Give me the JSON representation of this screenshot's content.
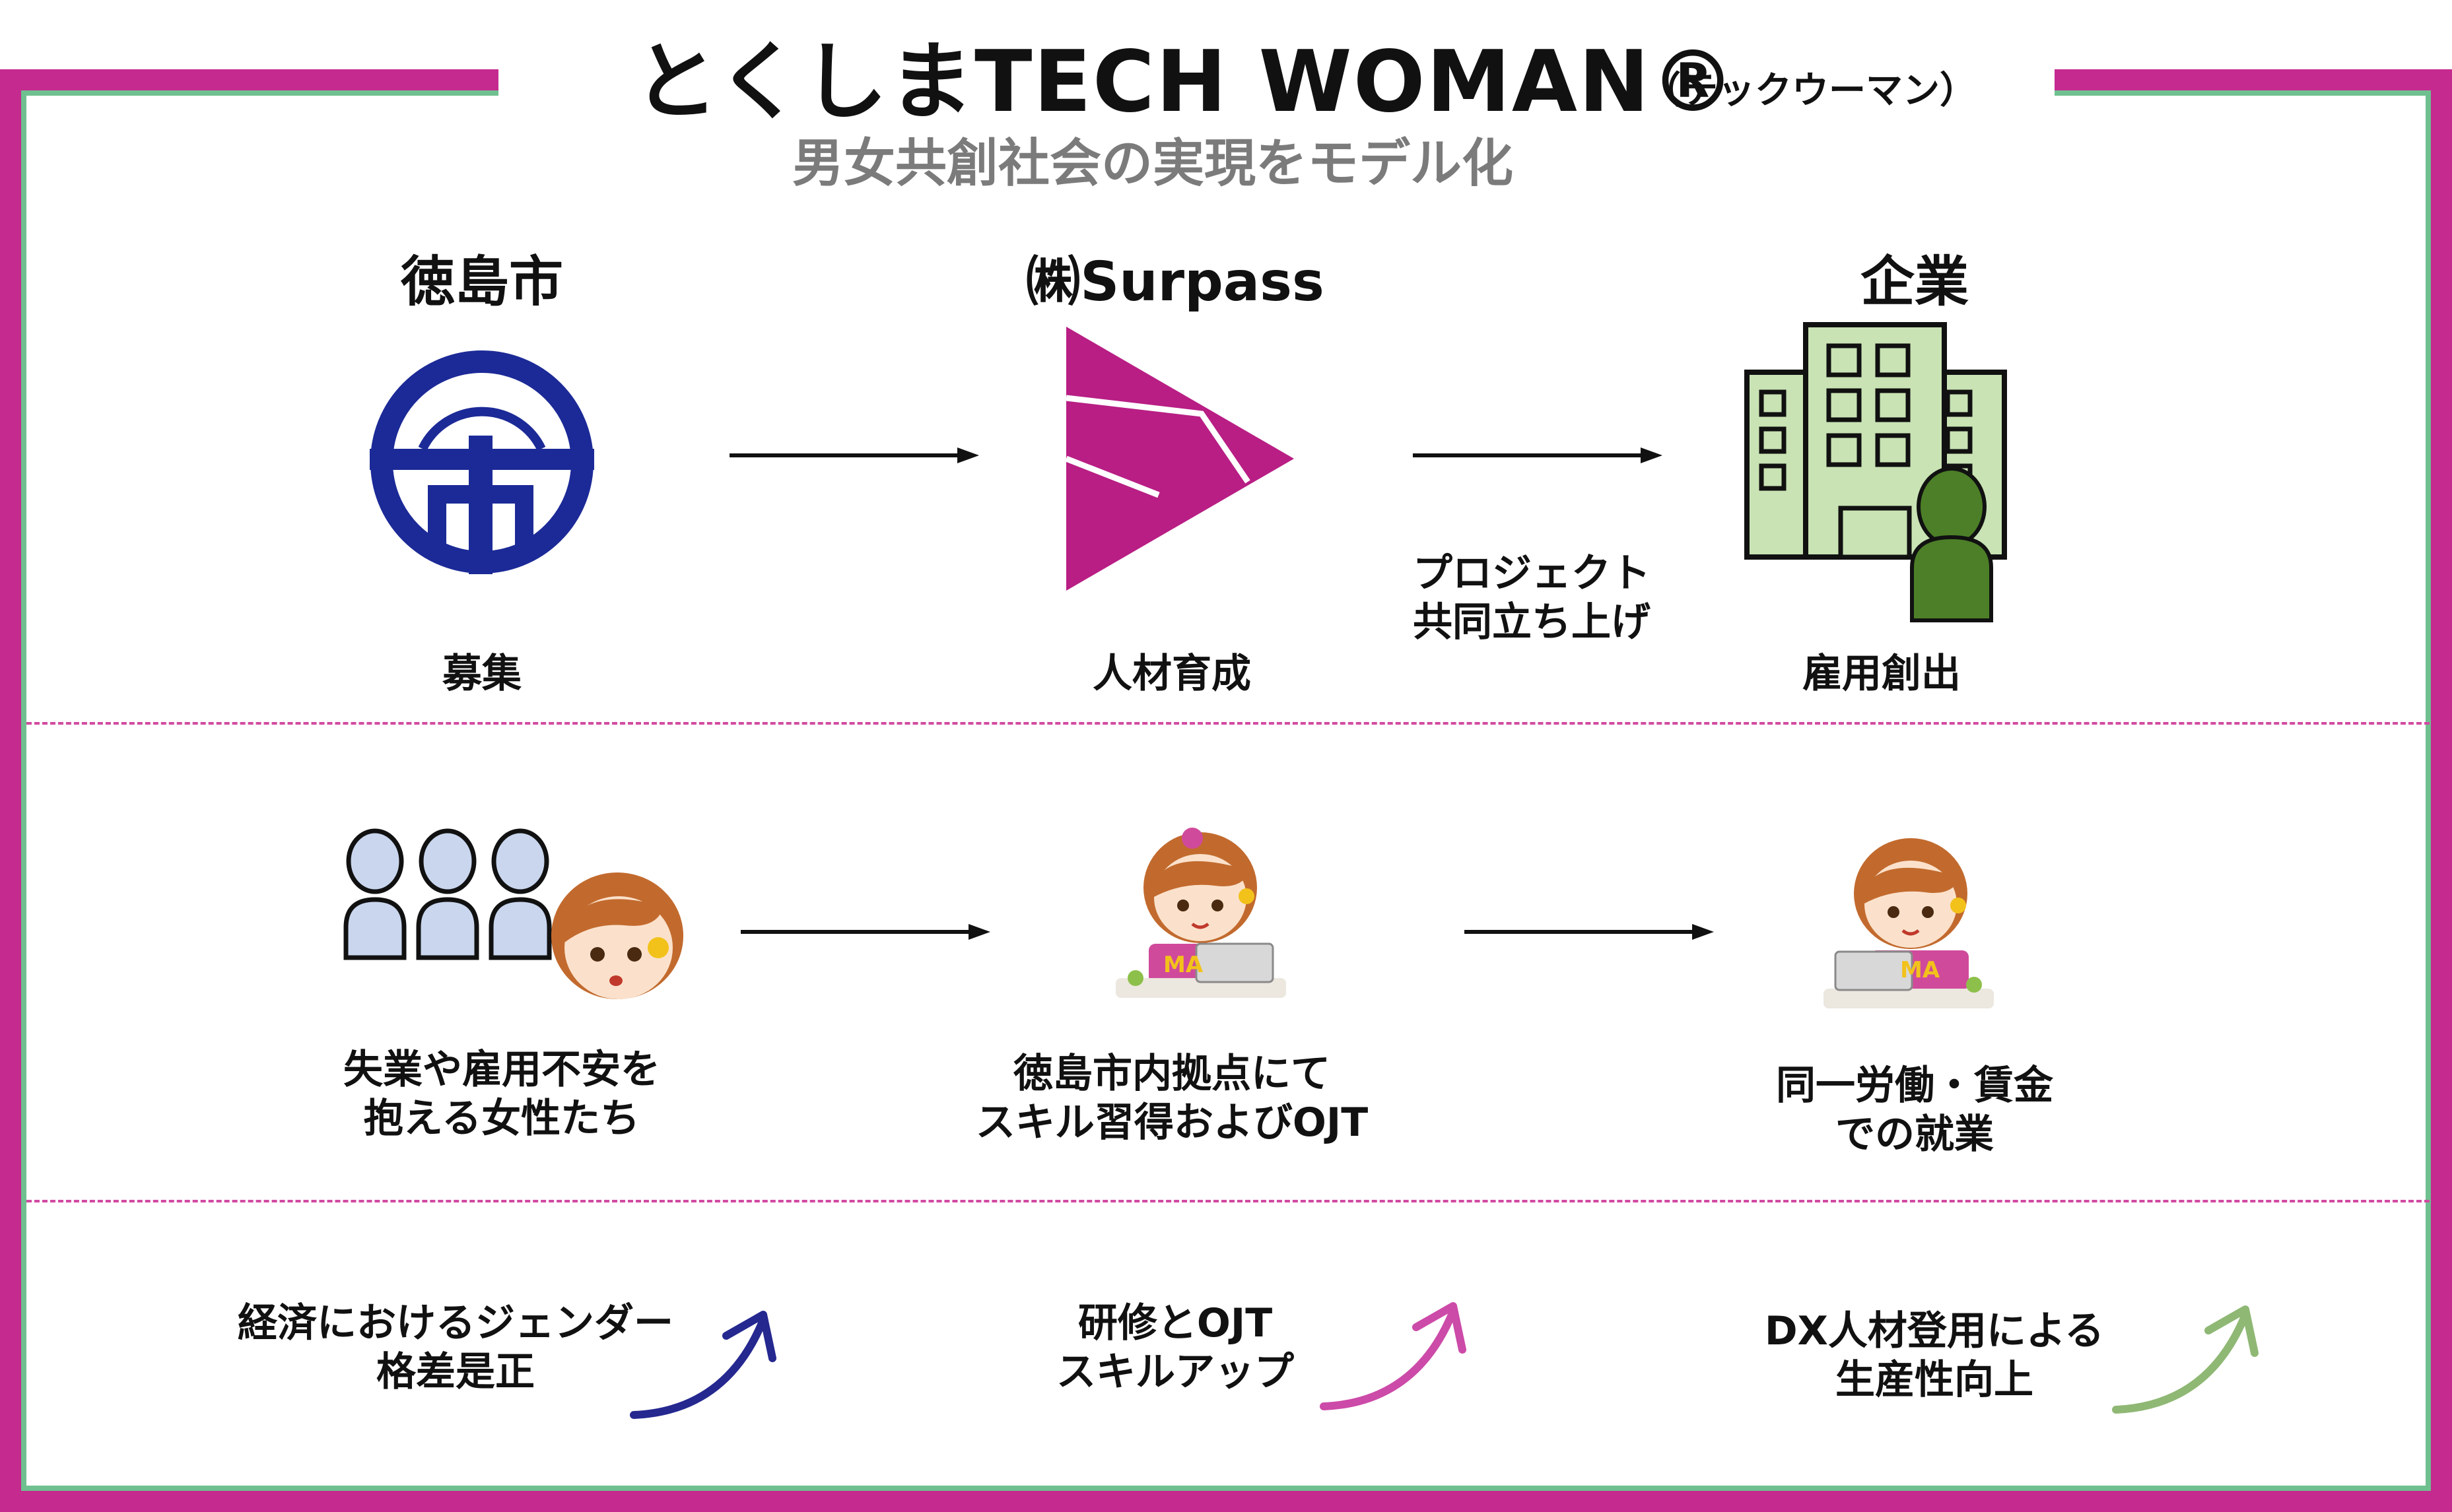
{
  "header": {
    "title": "とくしまTECH WOMAN®",
    "title_reading": "（テックウーマン）",
    "subtitle": "男女共創社会の実現をモデル化"
  },
  "row1": {
    "col1": {
      "heading": "徳島市",
      "caption": "募集",
      "icon": "tokushima-city-emblem-icon"
    },
    "col2": {
      "heading": "㈱Surpass",
      "caption": "人材育成",
      "icon": "surpass-logo-icon"
    },
    "col3": {
      "heading": "企業",
      "caption": "雇用創出",
      "icon": "office-building-person-icon"
    },
    "arrow2_label_line1": "プロジェクト",
    "arrow2_label_line2": "共同立ち上げ"
  },
  "row2": {
    "col1": {
      "line1": "失業や雇用不安を",
      "line2": "抱える女性たち"
    },
    "col2": {
      "line1": "徳島市内拠点にて",
      "line2": "スキル習得およびOJT",
      "badge": "MA"
    },
    "col3": {
      "line1": "同一労働・賃金",
      "line2": "での就業",
      "badge": "MA"
    }
  },
  "row3": {
    "col1": {
      "line1": "経済におけるジェンダー",
      "line2": "格差是正"
    },
    "col2": {
      "line1": "研修とOJT",
      "line2": "スキルアップ"
    },
    "col3": {
      "line1": "DX人材登用による",
      "line2": "生産性向上"
    }
  },
  "colors": {
    "brand_magenta": "#c52a8f",
    "frame_green": "#6fc08f",
    "city_blue": "#1c2a97",
    "surpass_magenta": "#b81e84",
    "building_green": "#c9e3b4",
    "person_green": "#4c7f27",
    "upward_arrow_blue": "#25288f",
    "upward_arrow_pink": "#cc4aa8",
    "upward_arrow_green": "#8fb874"
  }
}
